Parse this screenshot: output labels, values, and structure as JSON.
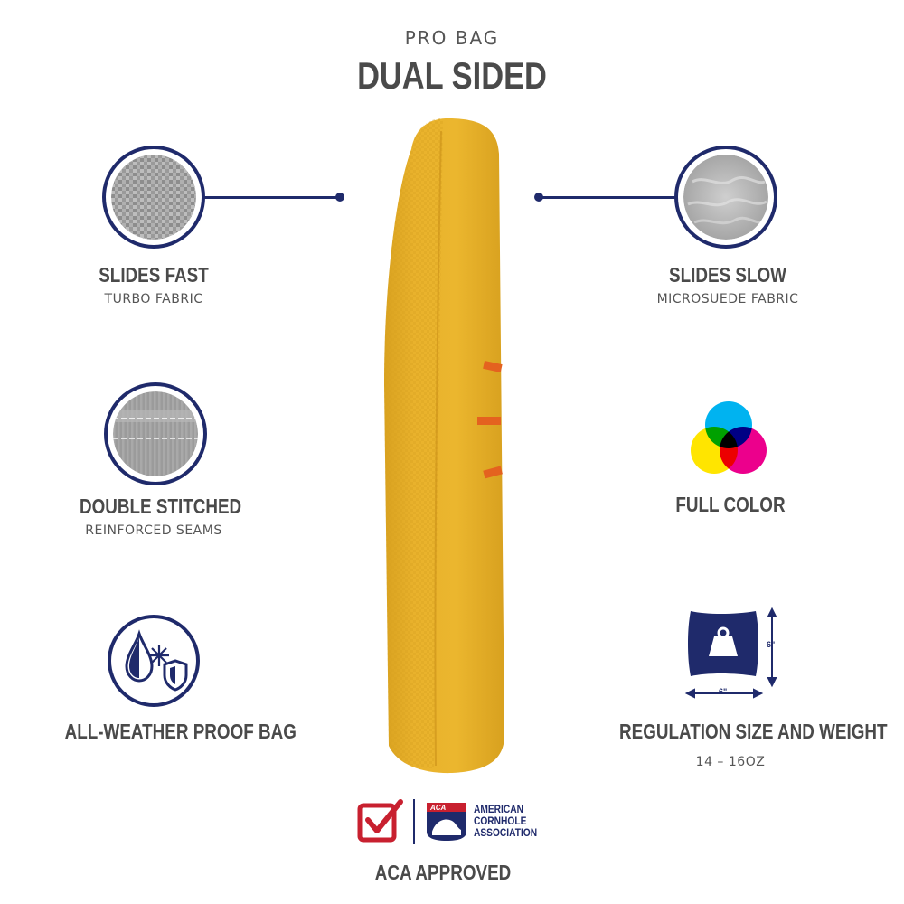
{
  "header": {
    "subtitle": "PRO BAG",
    "title": "DUAL SIDED"
  },
  "features": {
    "slides_fast": {
      "title": "SLIDES FAST",
      "subtitle": "TURBO FABRIC"
    },
    "slides_slow": {
      "title": "SLIDES SLOW",
      "subtitle": "MICROSUEDE FABRIC"
    },
    "double_stitched": {
      "title": "DOUBLE STITCHED",
      "subtitle": "REINFORCED SEAMS"
    },
    "full_color": {
      "title": "FULL COLOR"
    },
    "all_weather": {
      "title": "ALL-WEATHER PROOF BAG"
    },
    "regulation": {
      "title": "REGULATION SIZE AND WEIGHT",
      "subtitle": "14 – 16OZ",
      "dim_height": "6\"",
      "dim_width": "6\""
    }
  },
  "footer": {
    "aca_logo_text": [
      "AMERICAN",
      "CORNHOLE",
      "ASSOCIATION"
    ],
    "aca_badge": "ACA",
    "label": "ACA APPROVED"
  },
  "colors": {
    "navy": "#1f2a6b",
    "bag_yellow": "#e8b12a",
    "bag_orange_tab": "#e4621f",
    "aca_red": "#c8202f"
  }
}
